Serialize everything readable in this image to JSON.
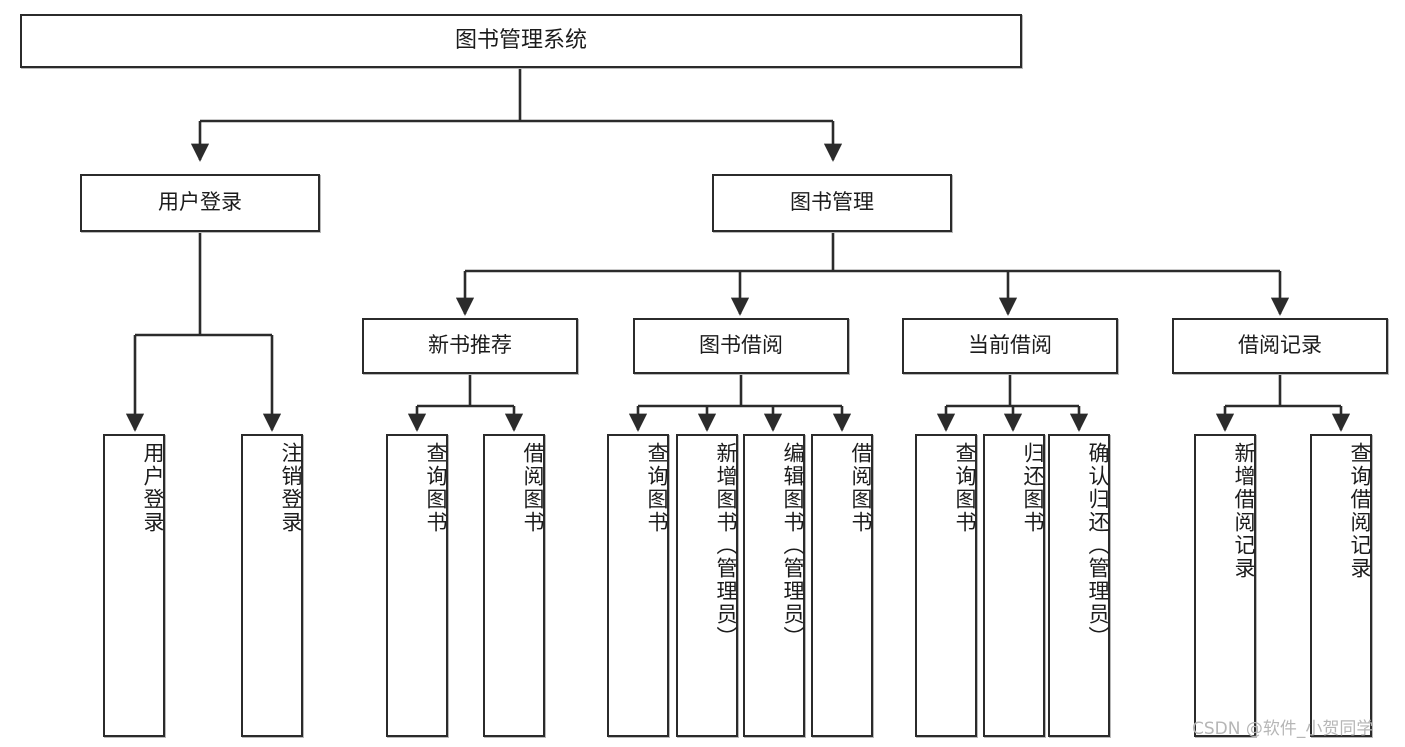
{
  "diagram": {
    "title": "图书管理系统",
    "type": "tree-hierarchy-chart",
    "root": {
      "label": "图书管理系统"
    },
    "level2": [
      {
        "label": "用户登录"
      },
      {
        "label": "图书管理"
      }
    ],
    "level3": [
      {
        "label": "新书推荐"
      },
      {
        "label": "图书借阅"
      },
      {
        "label": "当前借阅"
      },
      {
        "label": "借阅记录"
      }
    ],
    "leaves": {
      "user_login": [
        {
          "label": "用户登录"
        },
        {
          "label": "注销登录"
        }
      ],
      "new_book_recommend": [
        {
          "label": "查询图书"
        },
        {
          "label": "借阅图书"
        }
      ],
      "book_borrow": [
        {
          "label": "查询图书"
        },
        {
          "label": "新增图书（管理员）"
        },
        {
          "label": "编辑图书（管理员）"
        },
        {
          "label": "借阅图书"
        }
      ],
      "current_borrow": [
        {
          "label": "查询图书"
        },
        {
          "label": "归还图书"
        },
        {
          "label": "确认归还（管理员）"
        }
      ],
      "borrow_record": [
        {
          "label": "新增借阅记录"
        },
        {
          "label": "查询借阅记录"
        }
      ]
    }
  },
  "watermark": {
    "text": "CSDN @软件_小贺同学"
  },
  "colors": {
    "border": "#2b2b2b",
    "text": "#1c1c1c",
    "background": "#ffffff",
    "watermark": "#b6b6b6"
  }
}
